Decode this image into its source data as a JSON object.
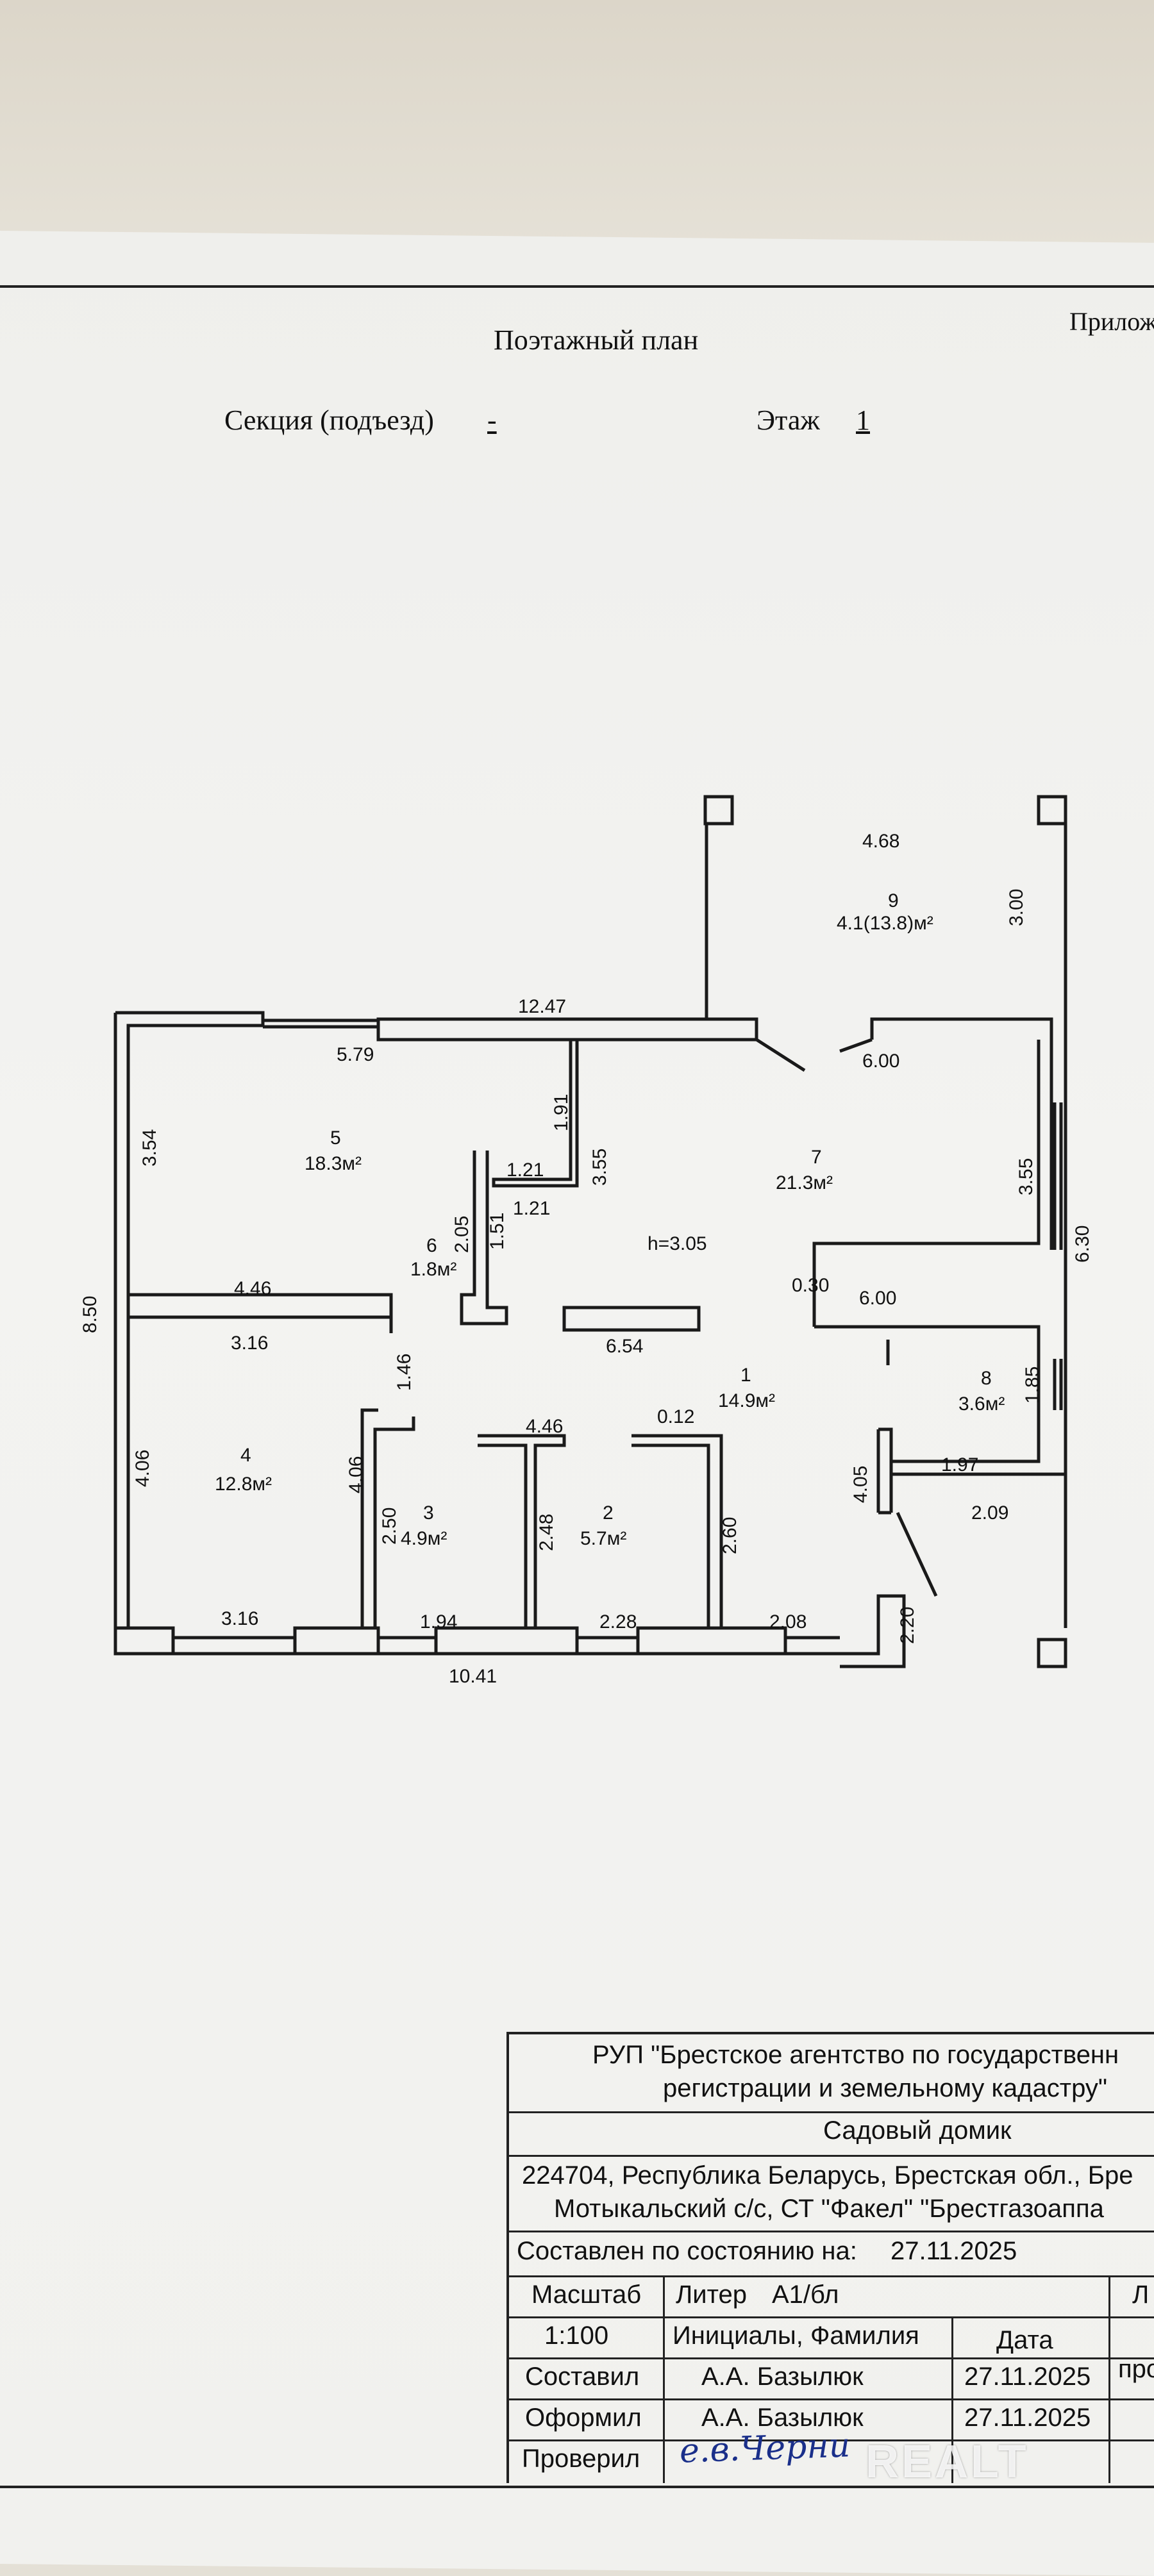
{
  "header": {
    "title": "Поэтажный план",
    "appendix_fragment": "Прилож",
    "section_label": "Секция (подъезд)",
    "section_value": "-",
    "floor_label": "Этаж",
    "floor_value": "1"
  },
  "plan": {
    "rooms": [
      {
        "number": "1",
        "area": "14.9м²"
      },
      {
        "number": "2",
        "area": "5.7м²"
      },
      {
        "number": "3",
        "area": "4.9м²"
      },
      {
        "number": "4",
        "area": "12.8м²"
      },
      {
        "number": "5",
        "area": "18.3м²"
      },
      {
        "number": "6",
        "area": "1.8м²"
      },
      {
        "number": "7",
        "area": "21.3м²"
      },
      {
        "number": "8",
        "area": "3.6м²"
      },
      {
        "number": "9",
        "area": "4.1(13.8)м²"
      }
    ],
    "ceiling_height": "h=3.05",
    "dimensions": {
      "top_total": "12.47",
      "bottom_total": "10.41",
      "left_total": "8.50",
      "right_total": "6.30",
      "r5_top": "5.79",
      "r5_side": "3.54",
      "r5_bottom": "4.46",
      "r4_top": "3.16",
      "r4_bottom": "3.16",
      "r4_side": "4.06",
      "r4_inner": "4.06",
      "corridor_146": "1.46",
      "r6_w1": "1.21",
      "r6_w2": "1.21",
      "r6_h1": "1.51",
      "r6_h2": "2.05",
      "r6_191": "1.91",
      "r6_355": "3.55",
      "r7_top": "6.00",
      "r7_bottom": "6.00",
      "r7_side": "3.55",
      "r7_030": "0.30",
      "r1_654": "6.54",
      "r1_012": "0.12",
      "r1_446": "4.46",
      "r3_w": "1.94",
      "r3_h": "2.50",
      "r2_h": "2.48",
      "r2_w": "2.28",
      "r1_260": "2.60",
      "r1_208": "2.08",
      "r8_185": "1.85",
      "r8_197": "1.97",
      "r8_209": "2.09",
      "r8_405": "4.05",
      "r8_220": "2.20",
      "r9_w": "4.68",
      "r9_h": "3.00"
    }
  },
  "title_block": {
    "org_line1": "РУП \"Брестское агентство по государственн",
    "org_line2": "регистрации и земельному кадастру\"",
    "object": "Садовый домик",
    "address_line1": "224704, Республика Беларусь, Брестская обл., Бре",
    "address_line2": "Мотыкальский с/с, СТ \"Факел\" \"Брестгазоаппа",
    "state_label": "Составлен по состоянию на:",
    "state_date": "27.11.2025",
    "scale_label": "Масштаб",
    "liter_label": "Литер",
    "liter_value": "А1/бл",
    "scale_value": "1:100",
    "names_label": "Инициалы, Фамилия",
    "date_label": "Дата",
    "col_fragment": "Л",
    "col_fragment2": "про",
    "compiled_label": "Составил",
    "compiled_name": "А.А. Базылюк",
    "compiled_date": "27.11.2025",
    "formatted_label": "Оформил",
    "formatted_name": "А.А. Базылюк",
    "formatted_date": "27.11.2025",
    "checked_label": "Проверил",
    "checked_signature": "е.в.Черни"
  },
  "watermark": "REALT"
}
